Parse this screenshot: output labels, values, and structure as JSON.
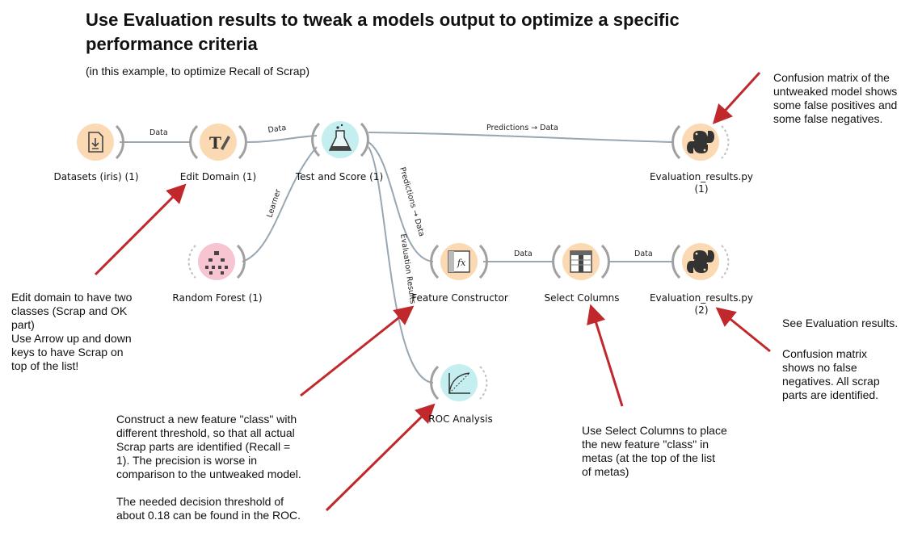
{
  "title": "Use Evaluation results to tweak a models output to optimize a specific performance criteria",
  "subtitle": "(in this example, to optimize Recall of Scrap)",
  "widgets": {
    "datasets": "Datasets (iris) (1)",
    "edit_domain": "Edit Domain (1)",
    "test_and_score": "Test and Score (1)",
    "random_forest": "Random Forest (1)",
    "eval1_line1": "Evaluation_results.py",
    "eval1_line2": "(1)",
    "feature_constructor": "Feature Constructor",
    "select_columns": "Select Columns",
    "eval2_line1": "Evaluation_results.py",
    "eval2_line2": "(2)",
    "roc_analysis": "ROC Analysis"
  },
  "links": {
    "datasets_edit": "Data",
    "edit_test": "Data",
    "test_eval1": "Predictions → Data",
    "learner": "Learner",
    "test_fc": "Predictions → Data",
    "test_roc": "Evaluation Results",
    "fc_sc": "Data",
    "sc_eval2": "Data"
  },
  "notes": {
    "confusion1": "Confusion matrix of the\nuntweaked model shows\nsome false positives and\nsome false negatives.",
    "edit_domain": "Edit domain to have two\nclasses (Scrap and OK\npart)\nUse Arrow up and down\nkeys to have Scrap on\ntop of the list!",
    "see_eval": "See Evaluation results.",
    "confusion2": "Confusion matrix\nshows no false\nnegatives. All scrap\nparts are identified.",
    "construct": "Construct a new feature \"class\" with\ndifferent threshold, so that all actual\nScrap parts are identified (Recall =\n1). The precision is worse in\ncomparison to the untweaked model.\n\nThe needed decision threshold of\nabout 0.18 can be found in the ROC.",
    "select_cols": "Use Select Columns to place\nthe new feature \"class\" in\nmetas (at the top of the list\nof metas)"
  },
  "colors": {
    "data_widget": "#fbd9b3",
    "transform_widget": "#fbd9b3",
    "evaluate_widget": "#c5eef0",
    "model_widget": "#f7c5d2",
    "arrow": "#c0282c",
    "link": "#97a7b3"
  }
}
